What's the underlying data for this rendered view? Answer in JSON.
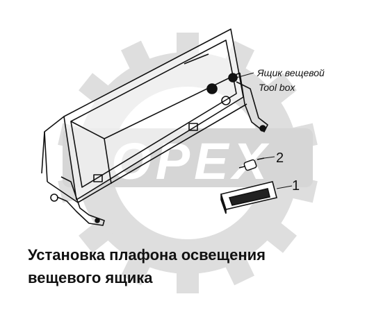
{
  "watermark": {
    "text": "OPEX",
    "color": "#dcdcdc",
    "icon": "gear-icon"
  },
  "callouts": {
    "tool_box_ru": "Ящик вещевой",
    "tool_box_en": "Tool box",
    "part_1": "1",
    "part_2": "2"
  },
  "caption": {
    "line1": "Установка плафона освещения",
    "line2": "вещевого ящика"
  }
}
